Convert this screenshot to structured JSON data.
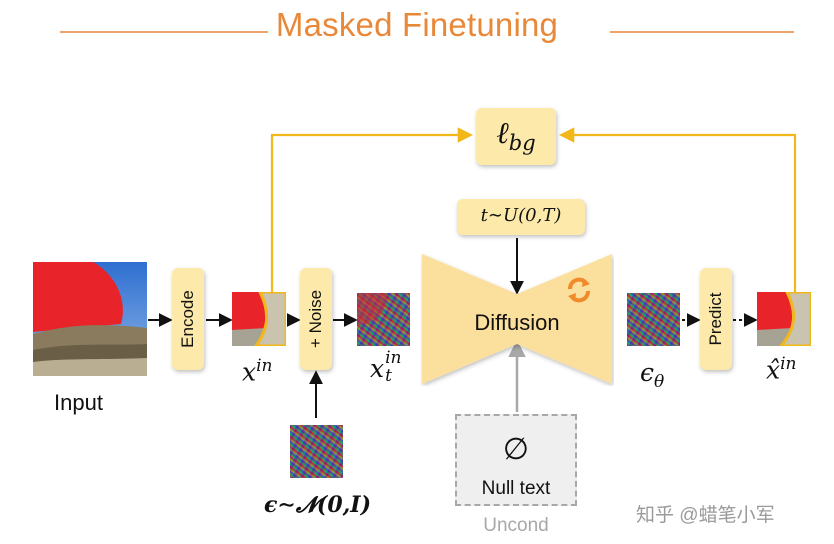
{
  "title": "Masked Finetuning",
  "loss_label": "ℓ",
  "loss_sub": "bg",
  "timestep_label": "t∼U(0,T)",
  "encode_label": "Encode",
  "noise_label": "+ Noise",
  "diffusion_label": "Diffusion",
  "predict_label": "Predict",
  "input_label": "Input",
  "x_in_base": "x",
  "x_in_sup": "in",
  "xt_base": "x",
  "xt_sup": "in",
  "xt_sub": "t",
  "eps_theta_base": "ϵ",
  "eps_theta_sub": "θ",
  "xhat_base": "x̂",
  "xhat_sup": "in",
  "noise_formula": "ϵ∼𝓝(0,I)",
  "null_symbol": "∅",
  "null_text": "Null text",
  "uncond_label": "Uncond",
  "watermark": "知乎 @蜡笔小军",
  "colors": {
    "title": "#e8893a",
    "accent_yellow": "#f2b81a",
    "pill_fill": "#fde9a9",
    "diffusion_fill": "#fbdf9c",
    "mask_red": "#e8242a",
    "refresh_orange": "#f08a2a",
    "uncond_gray": "#a8a8a8"
  }
}
